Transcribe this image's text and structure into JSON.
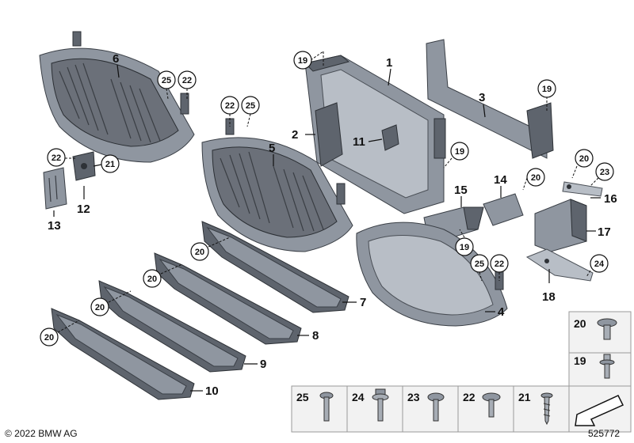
{
  "callouts": [
    "1",
    "2",
    "3",
    "4",
    "5",
    "6",
    "7",
    "8",
    "9",
    "10",
    "11",
    "12",
    "13",
    "14",
    "15",
    "16",
    "17",
    "18"
  ],
  "circled": [
    "19",
    "20",
    "21",
    "22",
    "23",
    "24",
    "25"
  ],
  "legend_boxes": [
    "25",
    "24",
    "23",
    "22",
    "21",
    "20",
    "19"
  ],
  "footer": {
    "copyright": "© 2022 BMW AG",
    "diagram_number": "525772"
  }
}
